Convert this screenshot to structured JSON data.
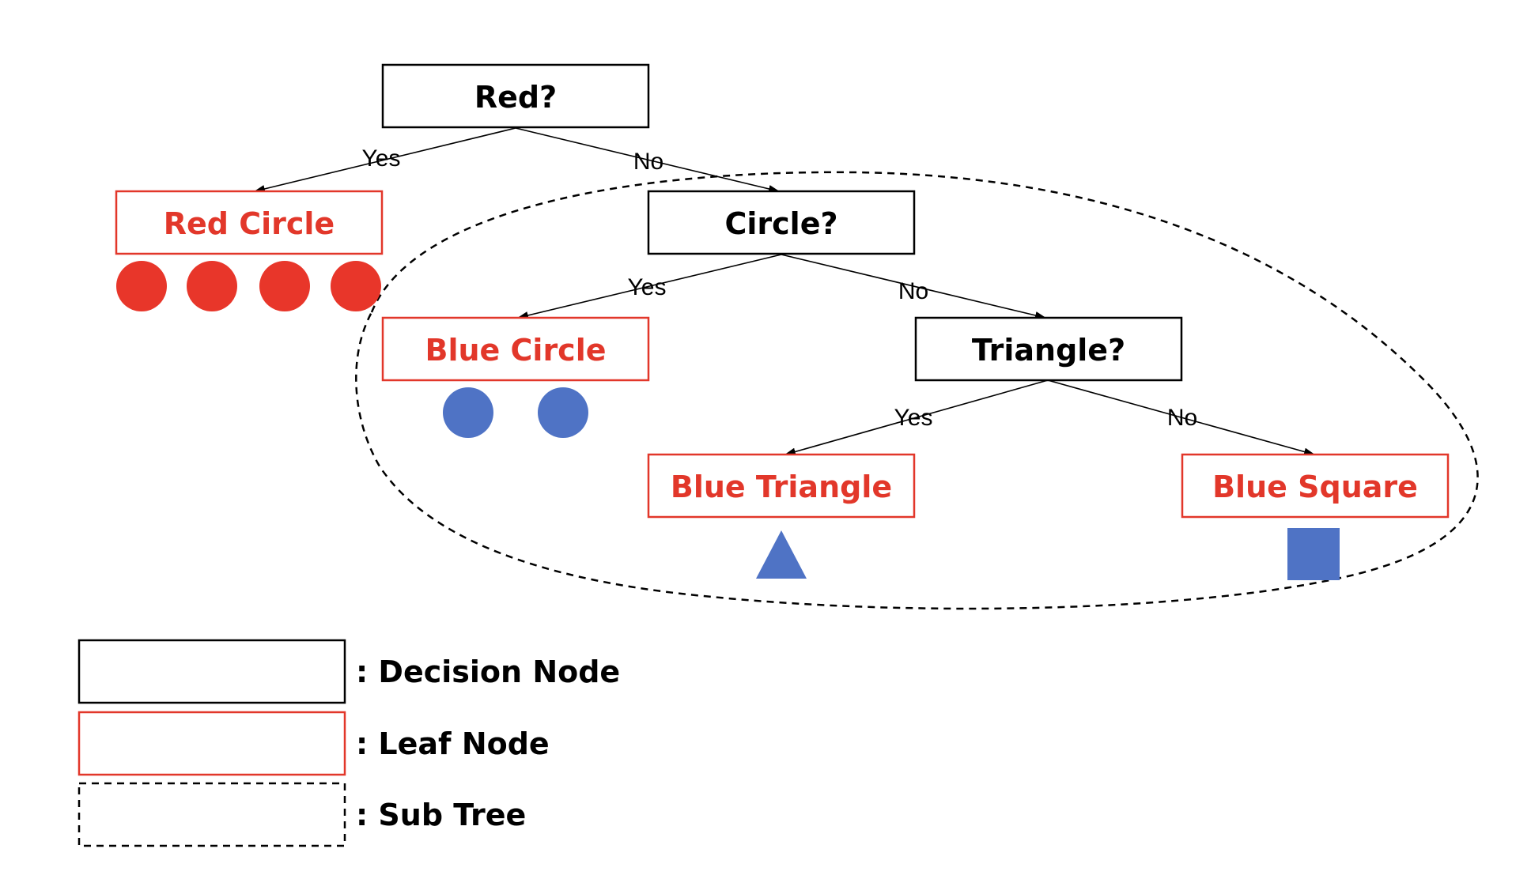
{
  "colors": {
    "decision_border": "#000000",
    "leaf_border": "#e2372a",
    "leaf_text": "#e2372a",
    "red_shape": "#e8362a",
    "blue_shape": "#4f73c5",
    "text": "#000000"
  },
  "nodes": {
    "red": "Red?",
    "circle": "Circle?",
    "triangle": "Triangle?",
    "red_circle": "Red Circle",
    "blue_circle": "Blue Circle",
    "blue_triangle": "Blue Triangle",
    "blue_square": "Blue Square"
  },
  "edges": {
    "red_yes": "Yes",
    "red_no": "No",
    "circle_yes": "Yes",
    "circle_no": "No",
    "triangle_yes": "Yes",
    "triangle_no": "No"
  },
  "legend": {
    "decision": ": Decision Node",
    "leaf": ": Leaf Node",
    "subtree": ": Sub Tree"
  },
  "icons": {
    "red_circles": 4,
    "blue_circles": 2,
    "blue_triangles": 1,
    "blue_squares": 1
  }
}
